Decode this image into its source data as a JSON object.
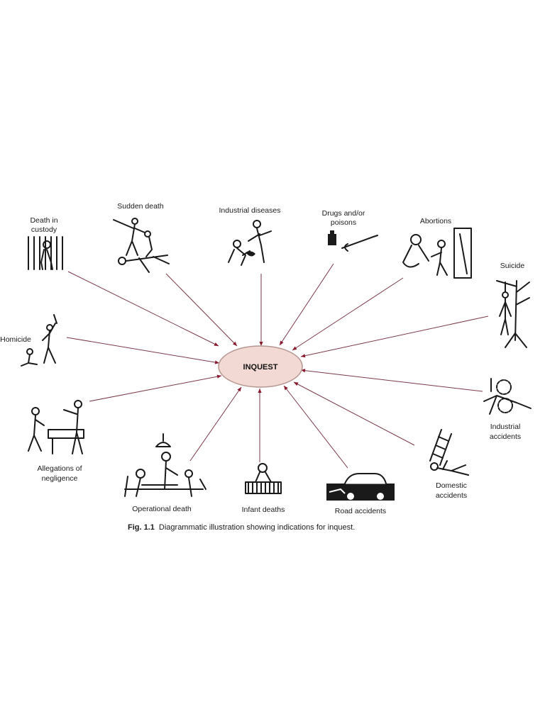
{
  "center": {
    "label": "INQUEST"
  },
  "nodes": [
    {
      "id": "death-in-custody",
      "label_lines": [
        "Death in",
        "custody"
      ]
    },
    {
      "id": "sudden-death",
      "label_lines": [
        "Sudden death"
      ]
    },
    {
      "id": "industrial-diseases",
      "label_lines": [
        "Industrial diseases"
      ]
    },
    {
      "id": "drugs-poisons",
      "label_lines": [
        "Drugs and/or",
        "poisons"
      ]
    },
    {
      "id": "abortions",
      "label_lines": [
        "Abortions"
      ]
    },
    {
      "id": "suicide",
      "label_lines": [
        "Suicide"
      ]
    },
    {
      "id": "homicide",
      "label_lines": [
        "Homicide"
      ]
    },
    {
      "id": "industrial-accidents",
      "label_lines": [
        "Industrial",
        "accidents"
      ]
    },
    {
      "id": "negligence",
      "label_lines": [
        "Allegations of",
        "negligence"
      ]
    },
    {
      "id": "operational-death",
      "label_lines": [
        "Operational death"
      ]
    },
    {
      "id": "infant-deaths",
      "label_lines": [
        "Infant deaths"
      ]
    },
    {
      "id": "road-accidents",
      "label_lines": [
        "Road accidents"
      ]
    },
    {
      "id": "domestic-accidents",
      "label_lines": [
        "Domestic",
        "accidents"
      ]
    }
  ],
  "caption": {
    "number": "Fig. 1.1",
    "text": "Diagrammatic illustration showing indications for inquest."
  },
  "colors": {
    "center_fill": "#f2d9d4",
    "center_stroke": "#b59690",
    "connector": "#7a3a48",
    "arrowhead": "#8a1b2e"
  },
  "icons": [
    "prison-bars-figure-icon",
    "collapsed-figure-icon",
    "industrial-disease-figure-icon",
    "syringe-bottle-icon",
    "abortion-figure-icon",
    "hanging-tree-icon",
    "assault-figure-icon",
    "machine-accident-icon",
    "negligence-figures-icon",
    "surgery-scene-icon",
    "infant-crib-icon",
    "car-crash-icon",
    "ladder-fall-icon"
  ]
}
